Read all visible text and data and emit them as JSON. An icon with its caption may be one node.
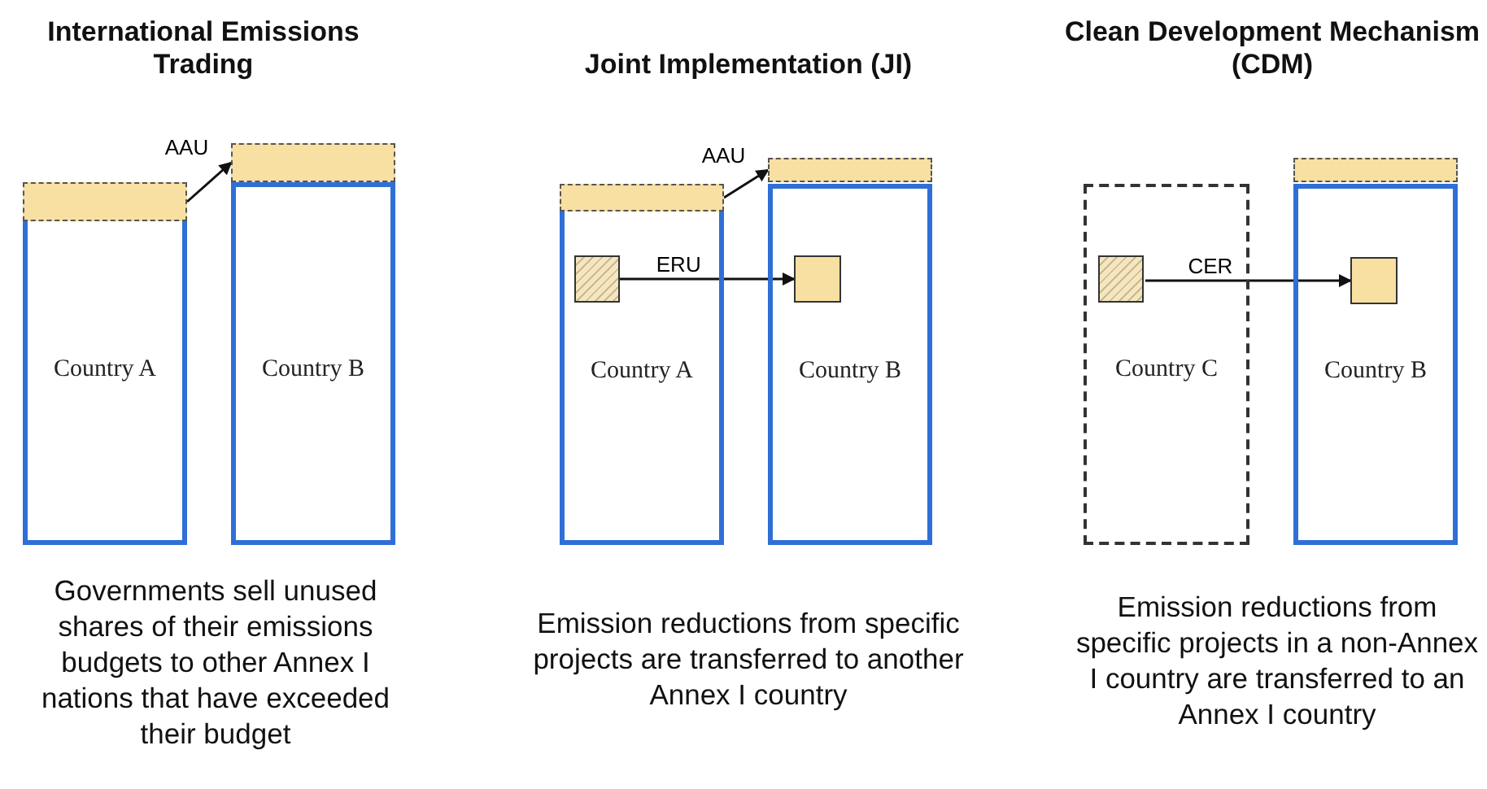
{
  "diagram": {
    "nodes": [
      {
        "text": [
          "Country A"
        ]
      },
      {
        "text": [],
        "shape": "bar",
        "in": 0
      },
      {
        "text": [
          "Country B"
        ]
      },
      {
        "text": [],
        "shape": "bar"
      },
      {
        "text": [
          "Country A"
        ]
      },
      {
        "text": [],
        "shape": "bar",
        "in": 4
      },
      {
        "text": [],
        "shape": "box",
        "in": 4
      },
      {
        "text": [
          "Country B"
        ]
      },
      {
        "text": [],
        "shape": "bar"
      },
      {
        "text": [],
        "shape": "box",
        "in": 7
      },
      {
        "text": [
          "Country C"
        ]
      },
      {
        "text": [],
        "shape": "box",
        "in": 10
      },
      {
        "text": [
          "Country B"
        ]
      },
      {
        "text": [],
        "shape": "bar"
      },
      {
        "text": [],
        "shape": "box",
        "in": 12
      }
    ],
    "edges": [
      {
        "from": 1,
        "to": 3,
        "arrow": "to",
        "label": "AAU"
      },
      {
        "from": 5,
        "to": 8,
        "arrow": "to",
        "label": "AAU"
      },
      {
        "from": 6,
        "to": 9,
        "arrow": "to",
        "label": "ERU"
      },
      {
        "from": 11,
        "to": 14,
        "arrow": "to",
        "label": "CER"
      }
    ],
    "labels": [
      "International Emissions Trading",
      "Joint Implementation (JI)",
      "Clean Development Mechanism (CDM)",
      "Governments sell unused shares of their emissions budgets to other Annex I nations that have exceeded their budget",
      "Emission reductions from specific projects are transferred to another Annex I country",
      "Emission reductions from specific projects in a non-Annex I country are transferred to an Annex I country"
    ]
  }
}
